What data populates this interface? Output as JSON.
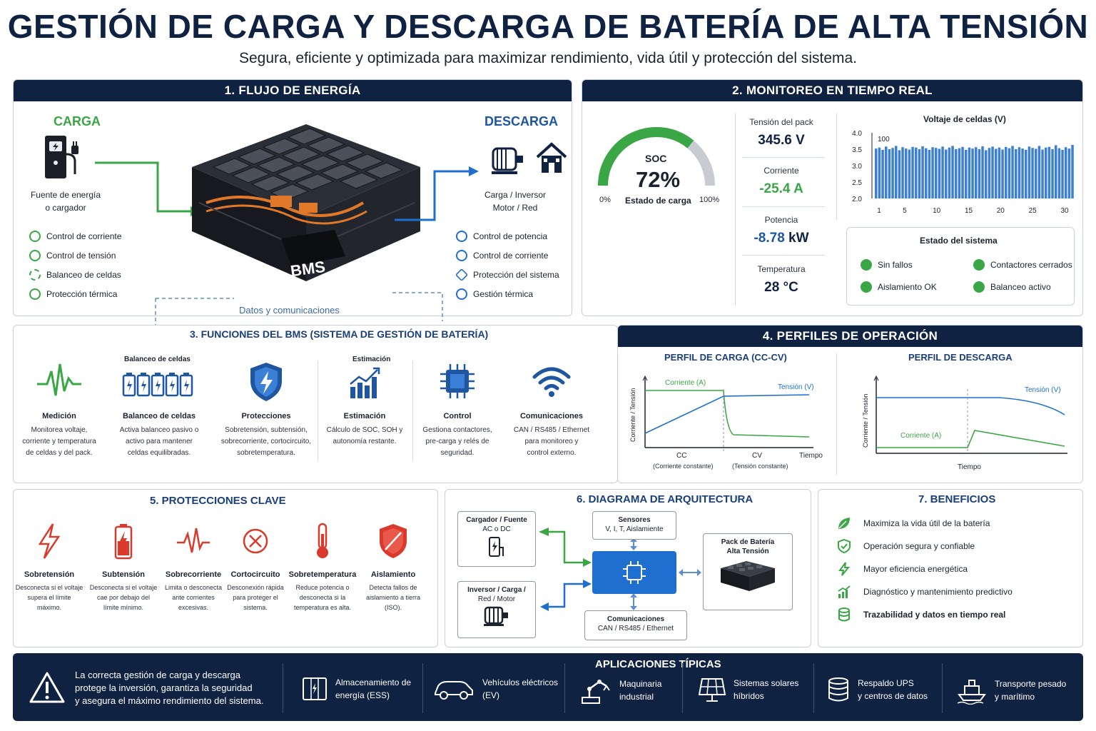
{
  "header": {
    "title": "GESTIÓN DE CARGA Y DESCARGA DE BATERÍA DE ALTA TENSIÓN",
    "subtitle": "Segura, eficiente y optimizada para maximizar rendimiento, vida útil y protección del sistema."
  },
  "flow": {
    "title": "1. FLUJO DE ENERGÍA",
    "charge_label": "CARGA",
    "source_label_1": "Fuente de energía",
    "source_label_2": "o cargador",
    "charge_items": [
      "Control de corriente",
      "Control de tensión",
      "Balanceo de celdas",
      "Protección térmica"
    ],
    "discharge_label": "DESCARGA",
    "load_label_1": "Carga / Inversor",
    "load_label_2": "Motor / Red",
    "discharge_items": [
      "Control de potencia",
      "Control de corriente",
      "Protección del sistema",
      "Gestión térmica"
    ],
    "bms_label": "BMS",
    "comms_label": "Datos y comunicaciones",
    "colors": {
      "charge": "#3aa646",
      "discharge": "#1e6fd0"
    }
  },
  "monitor": {
    "title": "2. MONITOREO EN TIEMPO REAL",
    "soc_label": "SOC",
    "soc_value": "72%",
    "soc_fraction": 0.72,
    "soc_caption": "Estado de carga",
    "soc_min": "0%",
    "soc_max": "100%",
    "metrics": [
      {
        "label": "Tensión del pack",
        "value": "345.6 V"
      },
      {
        "label": "Corriente",
        "value": "-25.4 A"
      },
      {
        "label": "Potencia",
        "value": "-8.78",
        "unit": "kW"
      },
      {
        "label": "Temperatura",
        "value": "28 °C"
      }
    ],
    "status": {
      "title": "Estado del sistema",
      "items": [
        "Sin fallos",
        "Contactores cerrados",
        "Aislamiento OK",
        "Balanceo activo"
      ]
    }
  },
  "chart_data": [
    {
      "type": "bar",
      "title": "Voltaje de celdas (V)",
      "ylim": [
        2.0,
        4.0
      ],
      "yticks": [
        "4.0",
        "3.5",
        "3.0",
        "2.5",
        "2.0"
      ],
      "xticks": [
        "1",
        "5",
        "10",
        "15",
        "20",
        "25",
        "30"
      ],
      "inner_label": "100",
      "values": [
        3.52,
        3.55,
        3.48,
        3.58,
        3.5,
        3.54,
        3.6,
        3.47,
        3.56,
        3.52,
        3.49,
        3.57,
        3.55,
        3.5,
        3.59,
        3.53,
        3.48,
        3.56,
        3.54,
        3.51,
        3.58,
        3.49,
        3.55,
        3.6,
        3.5,
        3.53,
        3.57,
        3.48,
        3.55,
        3.52,
        3.56,
        3.5,
        3.59,
        3.47,
        3.54,
        3.58,
        3.51,
        3.55,
        3.49,
        3.57,
        3.53,
        3.6,
        3.5,
        3.56,
        3.52,
        3.48,
        3.58,
        3.54,
        3.51,
        3.6,
        3.49,
        3.55,
        3.57,
        3.5,
        3.62,
        3.53,
        3.48,
        3.56,
        3.52,
        3.63
      ]
    },
    {
      "type": "line",
      "title": "PERFIL DE CARGA (CC-CV)",
      "ylabel": "Corriente / Tensión",
      "xlabel": "Tiempo",
      "series": [
        {
          "name": "Corriente (A)"
        },
        {
          "name": "Tensión (V)"
        }
      ],
      "phase_labels": [
        "CC",
        "CV"
      ],
      "phase_sub": [
        "(Corriente constante)",
        "(Tensión constante)"
      ]
    },
    {
      "type": "line",
      "title": "PERFIL DE DESCARGA",
      "ylabel": "Corriente / Tensión",
      "xlabel": "Tiempo",
      "series": [
        {
          "name": "Tensión (V)"
        },
        {
          "name": "Corriente (A)"
        }
      ]
    }
  ],
  "functions": {
    "title": "3. FUNCIONES DEL BMS (SISTEMA DE GESTIÓN DE BATERÍA)",
    "balancing_overlay": "Balanceo de celdas",
    "estimation_overlay": "Estimación",
    "items": [
      {
        "name": "Medición",
        "desc": [
          "Monitorea voltaje,",
          "corriente y temperatura",
          "de celdas y del pack."
        ]
      },
      {
        "name": "Balanceo de celdas",
        "desc": [
          "Activa balanceo pasivo o",
          "activo para mantener",
          "celdas equilibradas."
        ]
      },
      {
        "name": "Protecciones",
        "desc": [
          "Sobretensión, subtensión,",
          "sobrecorriente, cortocircuito,",
          "sobretemperatura."
        ]
      },
      {
        "name": "Estimación",
        "desc": [
          "Cálculo de SOC, SOH y",
          "autonomía restante."
        ]
      },
      {
        "name": "Control",
        "desc": [
          "Gestiona contactores,",
          "pre-carga y relés de",
          "seguridad."
        ]
      },
      {
        "name": "Comunicaciones",
        "desc": [
          "CAN / RS485 / Ethernet",
          "para monitoreo y",
          "control externo."
        ]
      }
    ]
  },
  "profiles": {
    "title": "4. PERFILES DE OPERACIÓN"
  },
  "protections": {
    "title": "5. PROTECCIONES CLAVE",
    "items": [
      {
        "name": "Sobretensión",
        "desc": [
          "Desconecta si el voltaje",
          "supera el límite",
          "máximo."
        ]
      },
      {
        "name": "Subtensión",
        "desc": [
          "Desconecta si el voltaje",
          "cae por debajo del",
          "límite mínimo."
        ]
      },
      {
        "name": "Sobrecorriente",
        "desc": [
          "Limita o desconecta",
          "ante corrientes",
          "excesivas."
        ]
      },
      {
        "name": "Cortocircuito",
        "desc": [
          "Desconexión rápida",
          "para proteger el",
          "sistema."
        ]
      },
      {
        "name": "Sobretemperatura",
        "desc": [
          "Reduce potencia o",
          "desconecta si la",
          "temperatura es alta."
        ]
      },
      {
        "name": "Aislamiento",
        "desc": [
          "Detecta fallos de",
          "aislamiento a tierra",
          "(ISO)."
        ]
      }
    ]
  },
  "architecture": {
    "title": "6. DIAGRAMA DE ARQUITECTURA",
    "charger": {
      "title": "Cargador / Fuente",
      "sub": "AC o DC"
    },
    "sensors": {
      "title": "Sensores",
      "sub": "V, I, T, Aislamiente"
    },
    "pack": {
      "title_1": "Pack de Batería",
      "title_2": "Alta Tensión"
    },
    "inverter": {
      "title_1": "Inversor / Carga /",
      "title_2": "Red / Motor"
    },
    "comms": {
      "title": "Comunicaciones",
      "sub": "CAN / RS485 / Ethernet"
    }
  },
  "benefits": {
    "title": "7. BENEFICIOS",
    "items": [
      "Maximiza la vida útil de la batería",
      "Operación segura y confiable",
      "Mayor eficiencia energética",
      "Diagnóstico y mantenimiento predictivo",
      "Trazabilidad y datos en tiempo real"
    ]
  },
  "footer": {
    "note_1": "La correcta gestión de carga y descarga",
    "note_2": "protege la inversión, garantiza la seguridad",
    "note_3": "y asegura el máximo rendimiento del sistema.",
    "apps_title": "APLICACIONES TÍPICAS",
    "apps": [
      {
        "l1": "Almacenamiento de",
        "l2": "energía (ESS)"
      },
      {
        "l1": "Vehículos eléctricos",
        "l2": "(EV)"
      },
      {
        "l1": "Maquinaria",
        "l2": "industrial"
      },
      {
        "l1": "Sistemas solares",
        "l2": "híbridos"
      },
      {
        "l1": "Respaldo UPS",
        "l2": "y centros de datos"
      },
      {
        "l1": "Transporte pesado",
        "l2": "y marítimo"
      }
    ]
  }
}
